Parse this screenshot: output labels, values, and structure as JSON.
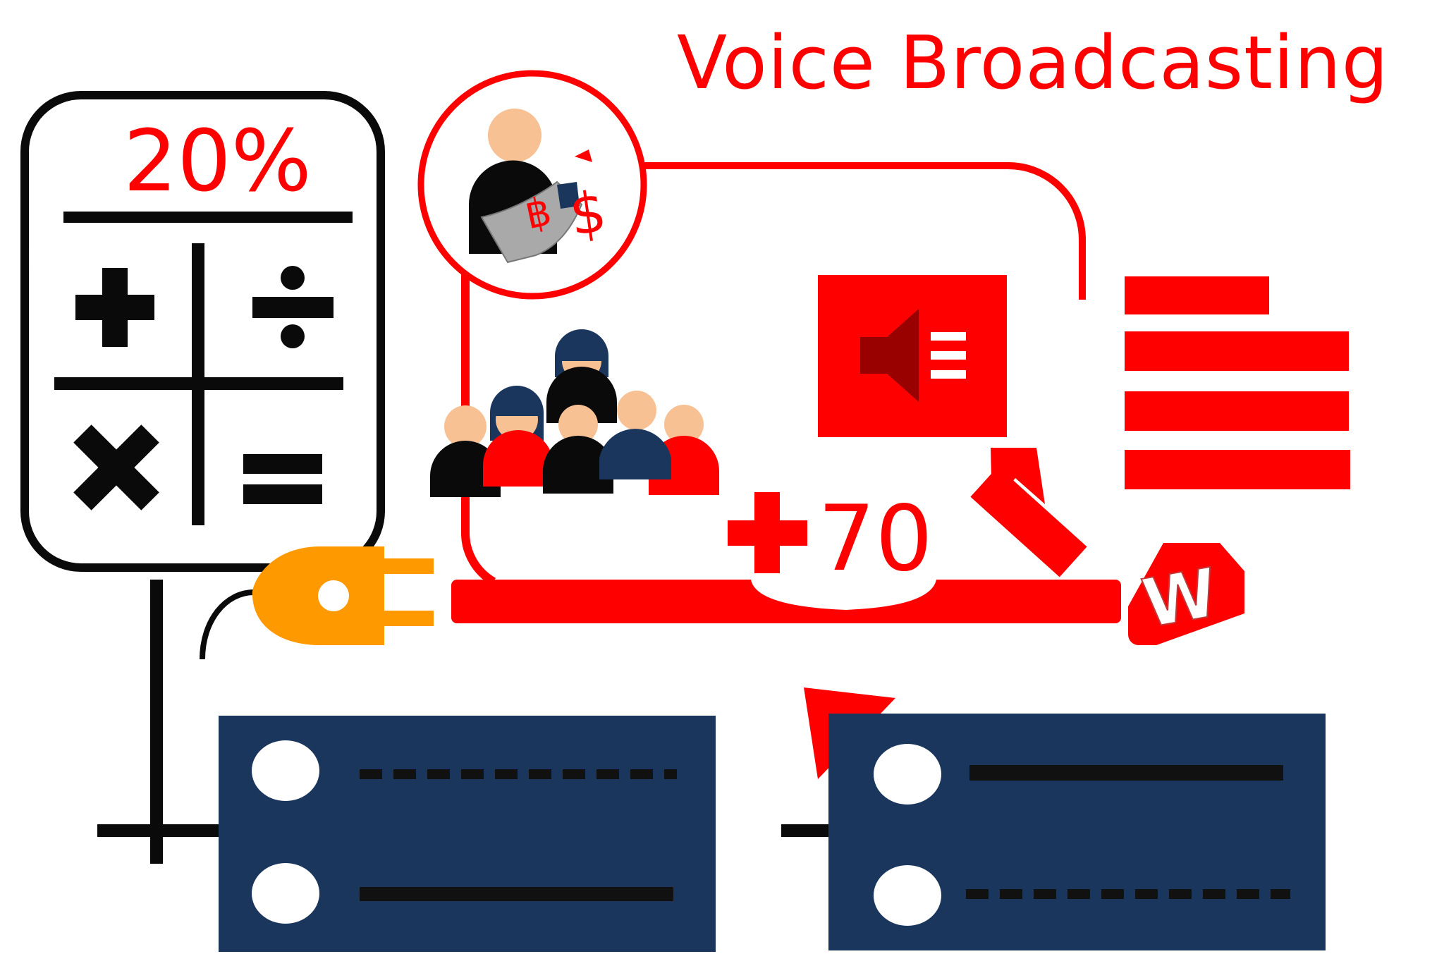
{
  "title": "Voice Broadcasting",
  "calculator": {
    "percent": "20%",
    "operators": [
      "plus-icon",
      "divide-icon",
      "multiply-icon",
      "equals-icon"
    ]
  },
  "counter": {
    "value": "70"
  },
  "currency": {
    "baht": "฿",
    "dollar": "$"
  },
  "badge": {
    "letter": "W"
  },
  "colors": {
    "accent": "#ff0000",
    "navy": "#1b365d",
    "orange": "#ff9900",
    "skin": "#f8c194",
    "ink": "#0a0a0a"
  }
}
